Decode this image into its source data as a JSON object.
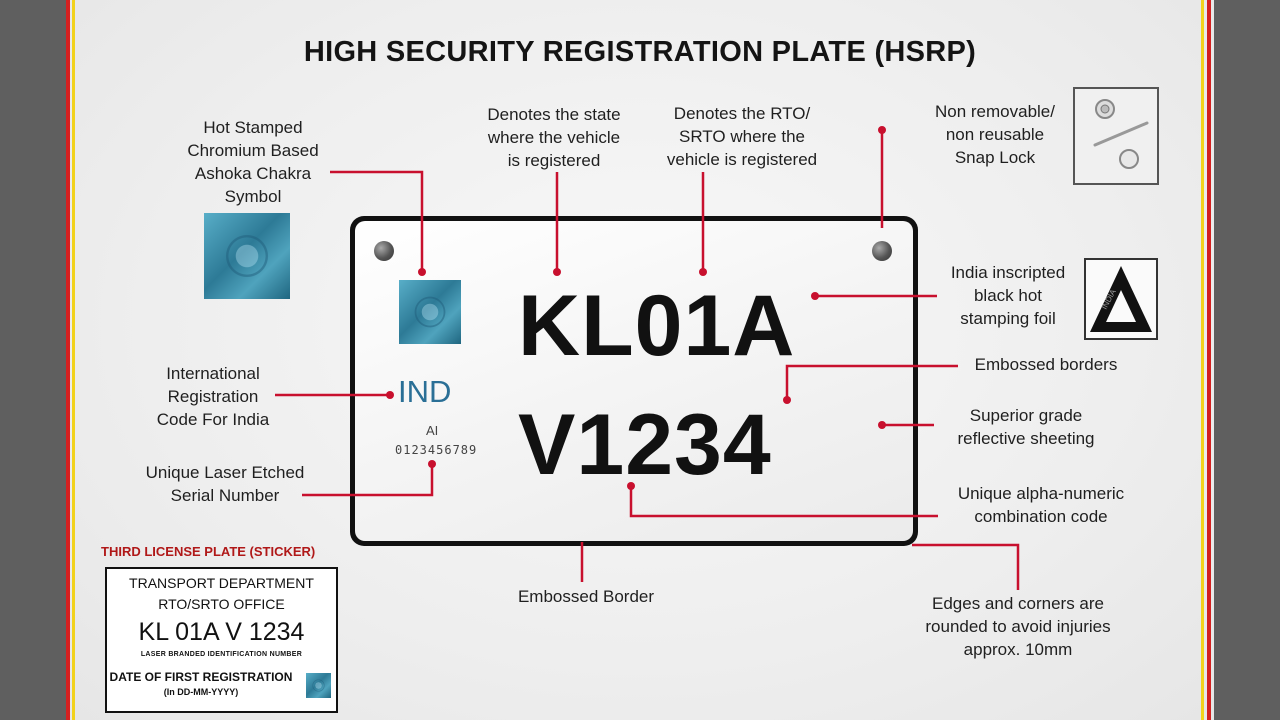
{
  "title": "HIGH SECURITY REGISTRATION PLATE (HSRP)",
  "plate": {
    "line1": "KL01A",
    "line2": "V1234",
    "country_code": "IND",
    "ai_text": "AI",
    "serial": "0123456789"
  },
  "labels": {
    "chakra": "Hot Stamped\nChromium Based\nAshoka Chakra\nSymbol",
    "state": "Denotes the state\nwhere the vehicle\nis registered",
    "rto": "Denotes the RTO/\nSRTO where the\nvehicle is registered",
    "snap_lock": "Non removable/\nnon reusable\nSnap Lock",
    "foil": "India inscripted\nblack hot\nstamping foil",
    "embossed_borders": "Embossed borders",
    "reflective": "Superior grade\nreflective sheeting",
    "alpha_numeric": "Unique alpha-numeric\ncombination code",
    "international": "International\nRegistration\nCode For India",
    "serial": "Unique Laser Etched\nSerial Number",
    "embossed_border": "Embossed Border",
    "edges": "Edges and corners are\nrounded to avoid injuries\napprox. 10mm"
  },
  "foil_text": "INDIA",
  "sticker": {
    "title": "THIRD LICENSE PLATE (STICKER)",
    "line1": "TRANSPORT DEPARTMENT",
    "line2": "RTO/SRTO OFFICE",
    "number": "KL 01A V 1234",
    "laser_line": "LASER BRANDED IDENTIFICATION NUMBER",
    "date_label": "DATE OF FIRST REGISTRATION",
    "date_format": "(In DD-MM-YYYY)"
  },
  "colors": {
    "leader": "#c8102e",
    "stripe_red": "#d32020",
    "stripe_yellow": "#f2d21b",
    "chakra_blue": "#3f93b0",
    "ind_blue": "#2a6f96"
  }
}
